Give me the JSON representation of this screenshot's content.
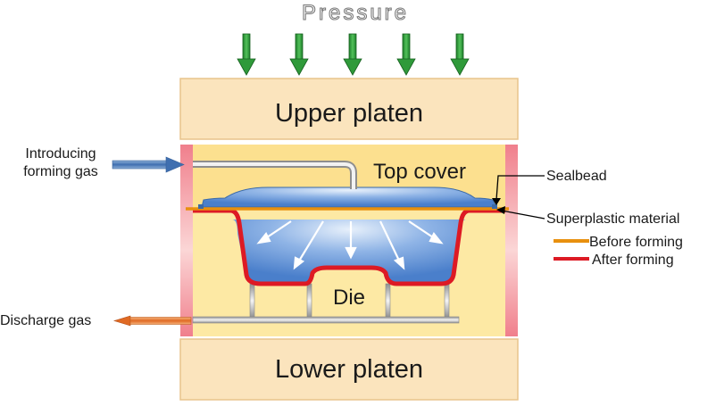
{
  "title": "Pressure",
  "labels": {
    "upper_platen": "Upper platen",
    "lower_platen": "Lower platen",
    "top_cover": "Top cover",
    "die": "Die",
    "introducing_gas_line1": "Introducing",
    "introducing_gas_line2": "forming gas",
    "discharge_gas": "Discharge gas",
    "sealbead": "Sealbead",
    "superplastic_material": "Superplastic material"
  },
  "legend": [
    {
      "label": "Before forming",
      "color": "#e8900e"
    },
    {
      "label": "After forming",
      "color": "#dd1a24"
    }
  ],
  "colors": {
    "platen_fill": "#fbe4bd",
    "platen_stroke": "#e8c48c",
    "chamber_fill": "#fde9a4",
    "side_wall": "#ee8f9a",
    "pressure_arrow": "#2f9a3a",
    "gas_blue": "#4f7fbf",
    "discharge_arrow": "#e8823a",
    "cavity_blue": "#5b8ed6",
    "pipe_gray": "#a8a8a8"
  },
  "icons": {
    "pressure": "down-arrow-icon",
    "gas_in": "right-arrow-icon",
    "gas_out": "left-arrow-icon"
  }
}
